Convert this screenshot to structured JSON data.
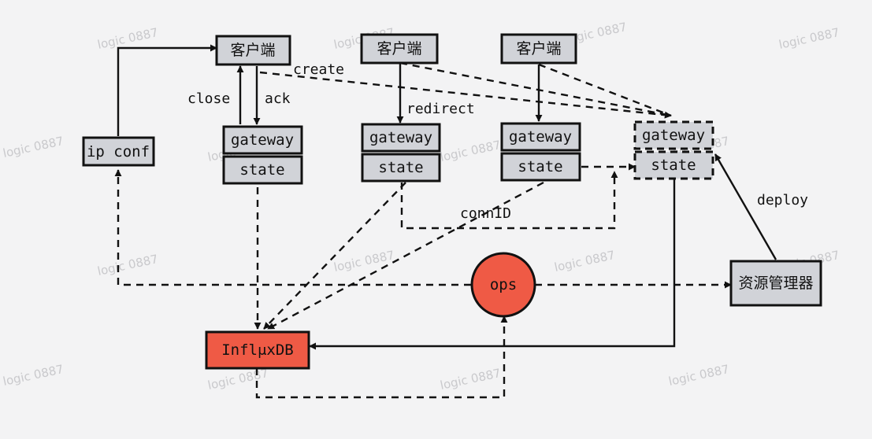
{
  "nodes": {
    "client_1": "客户端",
    "client_2": "客户端",
    "client_3": "客户端",
    "ip_conf": "ip conf",
    "gateway_1": "gateway",
    "state_1": "state",
    "gateway_2": "gateway",
    "state_2": "state",
    "gateway_3": "gateway",
    "state_3": "state",
    "gateway_4": "gateway",
    "state_4": "state",
    "ops": "ops",
    "resource_manager": "资源管理器",
    "influxdb": "InflμxDB"
  },
  "edge_labels": {
    "create": "create",
    "close": "close",
    "ack": "ack",
    "redirect": "redirect",
    "connid": "connID",
    "deploy": "deploy"
  },
  "watermark": "logic 0887",
  "colors": {
    "box_fill": "#d1d3d8",
    "accent_red": "#ef5a45",
    "stroke": "#111111",
    "background": "#f3f3f4"
  }
}
